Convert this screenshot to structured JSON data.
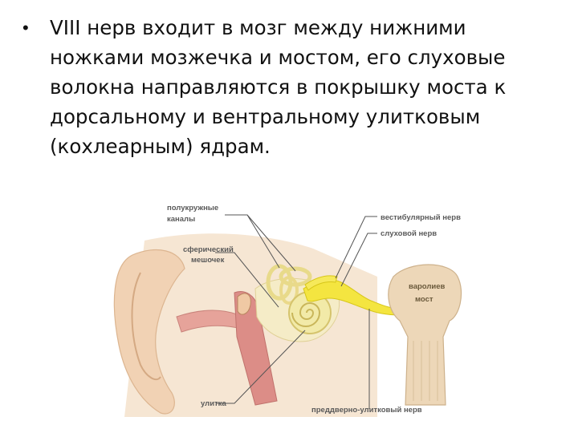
{
  "slide": {
    "bullet": "•",
    "text": "VIII нерв входит в мозг между нижними\nножками мозжечка и мостом, его слуховые\nволокна направляются в покрышку моста к\nдорсальному и вентральному улитковым\n(кохлеарным) ядрам."
  },
  "diagram": {
    "labels": {
      "semicircular_canals_1": "полукружные",
      "semicircular_canals_2": "каналы",
      "saccule_1": "сферический",
      "saccule_2": "мешочек",
      "vestibular_nerve": "вестибулярный нерв",
      "auditory_nerve": "слуховой нерв",
      "pons_1": "варолиев",
      "pons_2": "мост",
      "cochlea": "улитка",
      "vestibulocochlear_nerve": "преддверно-улитковый нерв"
    },
    "colors": {
      "skin": "#f3dcc4",
      "canal": "#d98d87",
      "nerve": "#f2e64d",
      "bone": "#f4e8bf",
      "pons": "#edd7b8",
      "leader": "#555555"
    }
  }
}
